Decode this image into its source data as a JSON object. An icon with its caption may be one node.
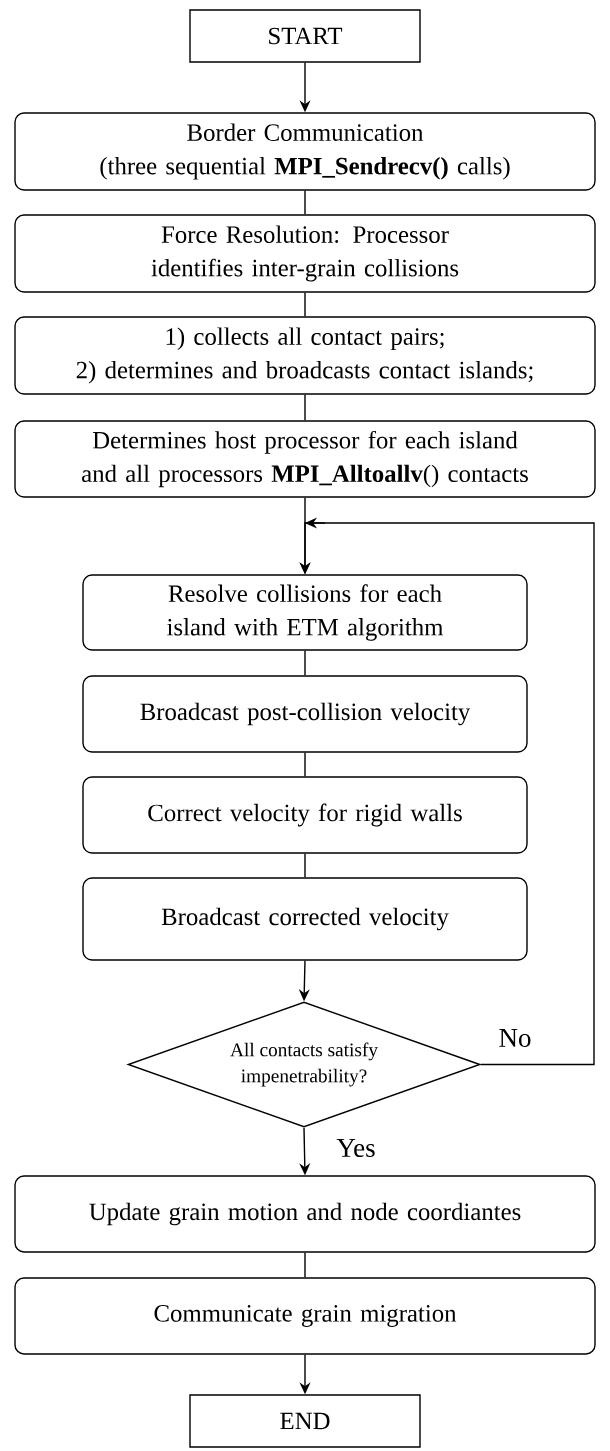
{
  "diagram": {
    "nodes": [
      {
        "text": [
          "START"
        ]
      },
      {
        "text": [
          "Border Communication",
          "(three sequential **MPI_Sendrecv()** calls)"
        ]
      },
      {
        "text": [
          "Force Resolution: Processor identifies inter-grain collisions"
        ]
      },
      {
        "text": [
          "1) collects all contact pairs;",
          "2) determines and broadcasts contact islands;"
        ]
      },
      {
        "text": [
          "Determines host processor for each island and all processors **MPI_Alltoallv**() contacts"
        ]
      },
      {
        "text": [
          "Resolve collisions for each island with ETM algorithm"
        ]
      },
      {
        "text": [
          "Broadcast post-collision velocity"
        ]
      },
      {
        "text": [
          "Correct velocity for rigid walls"
        ]
      },
      {
        "text": [
          "Broadcast corrected velocity"
        ]
      },
      {
        "text": [
          "All contacts satisfy impenetrability?"
        ]
      },
      {
        "text": [
          "Update grain motion and node coordiantes"
        ]
      },
      {
        "text": [
          "Communicate grain migration"
        ]
      },
      {
        "text": [
          "END"
        ]
      }
    ],
    "edges": [
      {
        "from": 0,
        "to": 1,
        "arrow": "to"
      },
      {
        "from": 1,
        "to": 2,
        "arrow": "none"
      },
      {
        "from": 2,
        "to": 3,
        "arrow": "none"
      },
      {
        "from": 3,
        "to": 4,
        "arrow": "none"
      },
      {
        "from": 4,
        "to": 5,
        "arrow": "to"
      },
      {
        "from": 5,
        "to": 6,
        "arrow": "none"
      },
      {
        "from": 6,
        "to": 7,
        "arrow": "none"
      },
      {
        "from": 7,
        "to": 8,
        "arrow": "none"
      },
      {
        "from": 8,
        "to": 9,
        "arrow": "to"
      },
      {
        "from": 9,
        "to": 5,
        "arrow": "to",
        "label": "No"
      },
      {
        "from": 9,
        "to": 10,
        "arrow": "to",
        "label": "Yes"
      },
      {
        "from": 10,
        "to": 11,
        "arrow": "none"
      },
      {
        "from": 11,
        "to": 12,
        "arrow": "to"
      }
    ]
  }
}
